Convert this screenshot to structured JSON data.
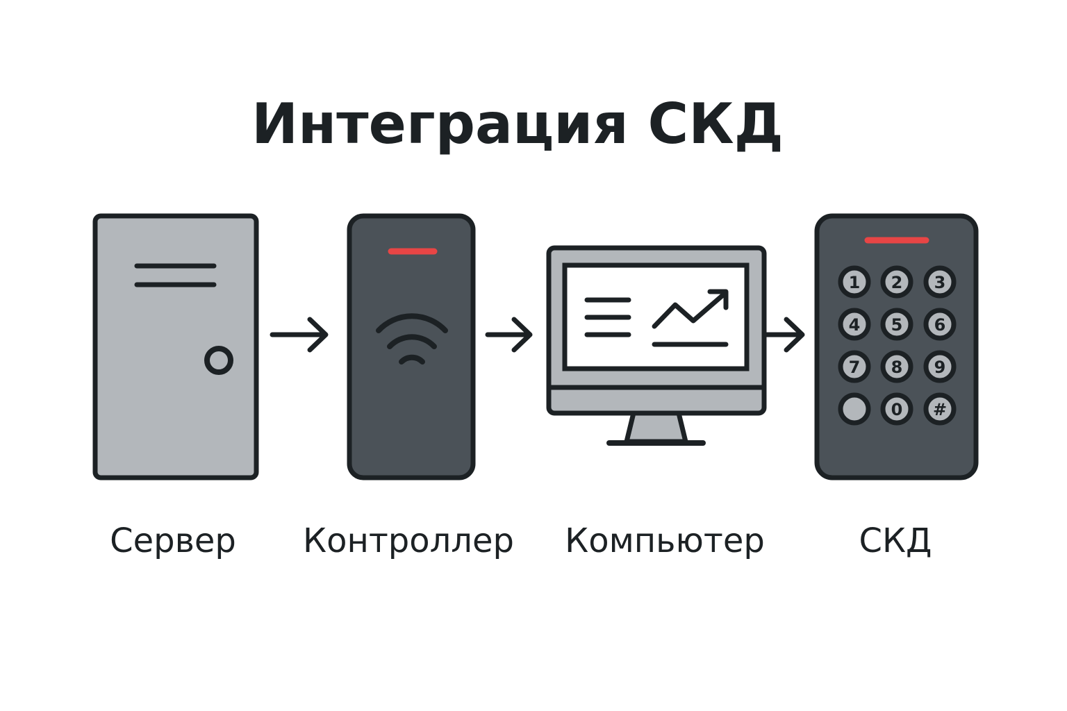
{
  "title": "Интеграция СКД",
  "nodes": [
    {
      "id": "server",
      "label": "Сервер",
      "icon": "server-tower-icon"
    },
    {
      "id": "controller",
      "label": "Контроллер",
      "icon": "wireless-reader-icon"
    },
    {
      "id": "computer",
      "label": "Компьютер",
      "icon": "monitor-chart-icon"
    },
    {
      "id": "skd",
      "label": "СКД",
      "icon": "keypad-icon"
    }
  ],
  "edges": [
    {
      "from": "server",
      "to": "controller"
    },
    {
      "from": "controller",
      "to": "computer"
    },
    {
      "from": "computer",
      "to": "skd"
    }
  ],
  "keypad": {
    "keys": [
      "1",
      "2",
      "3",
      "4",
      "5",
      "6",
      "7",
      "8",
      "9",
      "",
      "0",
      "#"
    ]
  },
  "colors": {
    "outline": "#1c2124",
    "light_gray": "#b3b7bb",
    "dark_gray": "#4b5258",
    "indicator_red": "#e84545",
    "screen_white": "#ffffff"
  }
}
